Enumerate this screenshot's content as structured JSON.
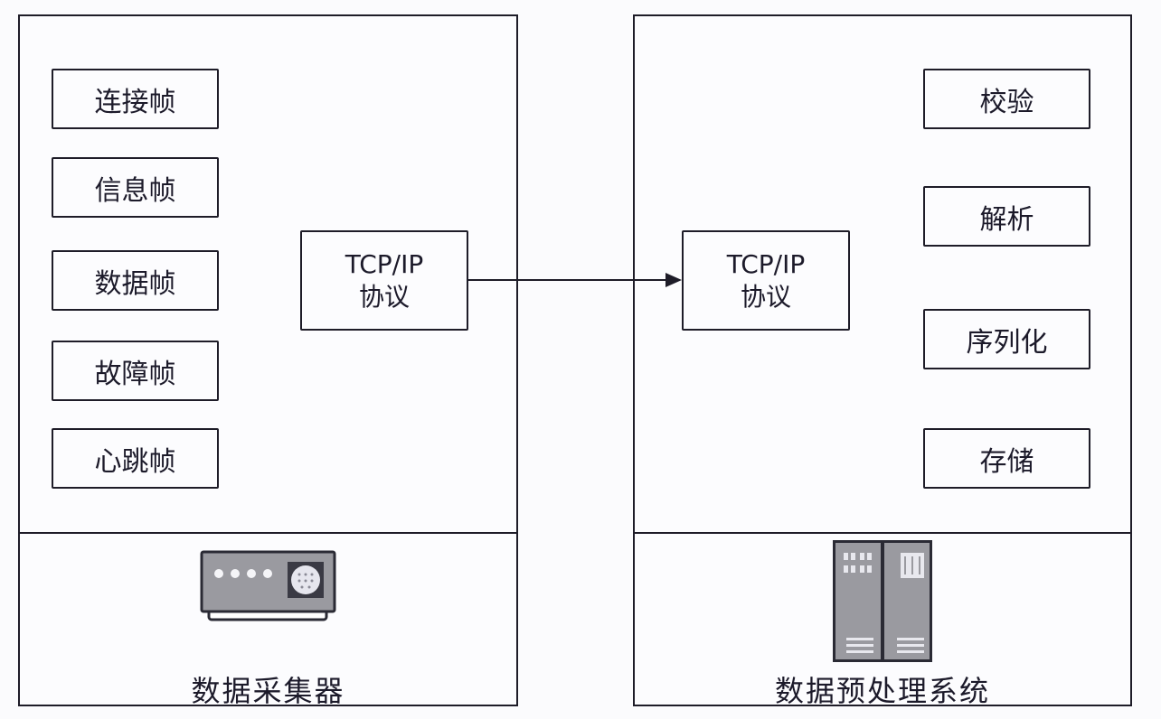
{
  "collector": {
    "label": "数据采集器",
    "frames": [
      "连接帧",
      "信息帧",
      "数据帧",
      "故障帧",
      "心跳帧"
    ],
    "protocol": {
      "line1": "TCP/IP",
      "line2": "协议"
    },
    "device_icon": "data-collector-device-icon"
  },
  "preprocessor": {
    "label": "数据预处理系统",
    "steps": [
      "校验",
      "解析",
      "序列化",
      "存储"
    ],
    "protocol": {
      "line1": "TCP/IP",
      "line2": "协议"
    },
    "device_icon": "server-cabinet-icon"
  },
  "connection": {
    "direction": "collector-to-preprocessor",
    "arrow": "arrow-right"
  },
  "colors": {
    "stroke": "#1e1c28",
    "device_gray": "#9a9aa0",
    "device_dark": "#3a3a44"
  }
}
